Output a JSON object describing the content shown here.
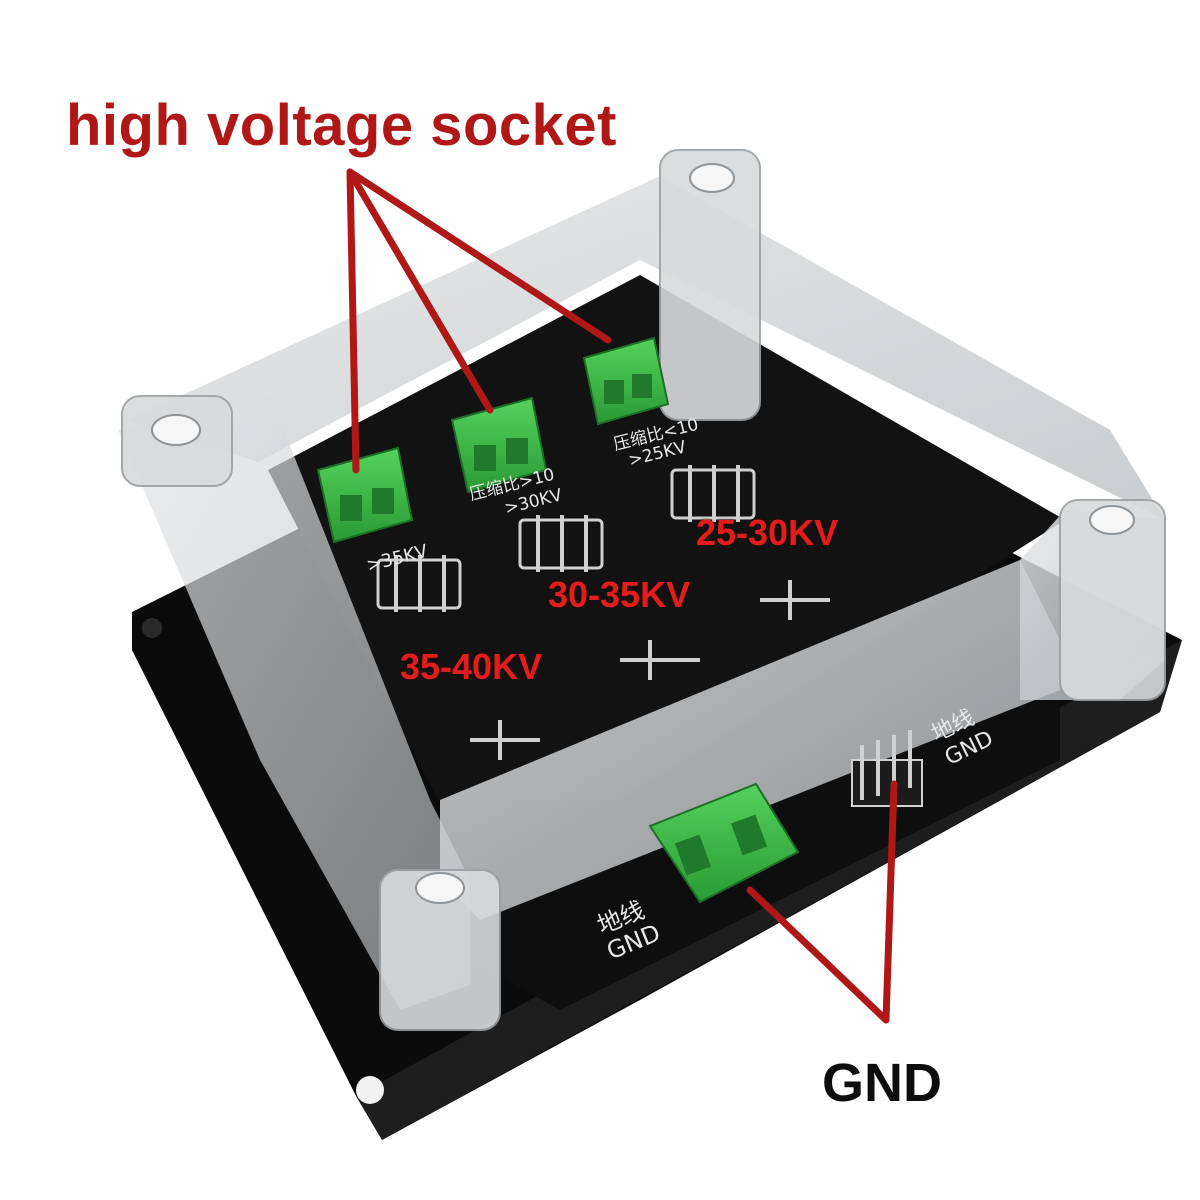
{
  "annotations": {
    "title": "high voltage socket",
    "gnd_label": "GND"
  },
  "board_labels": {
    "range_1": "35-40KV",
    "range_2": "30-35KV",
    "range_3": "25-30KV",
    "silk_gt35": ">35KV",
    "silk_ratio_gt10": "压缩比>10",
    "silk_gt30": ">30KV",
    "silk_ratio_lt10": "压缩比<10",
    "silk_gt25": ">25KV",
    "silk_ground_cn": "地线",
    "silk_ground_en": "GND"
  },
  "colors": {
    "annotation_red": "#b01818",
    "range_red": "#e21d1d",
    "connector_green": "#3fbf4a",
    "pcb_black": "#101010"
  }
}
